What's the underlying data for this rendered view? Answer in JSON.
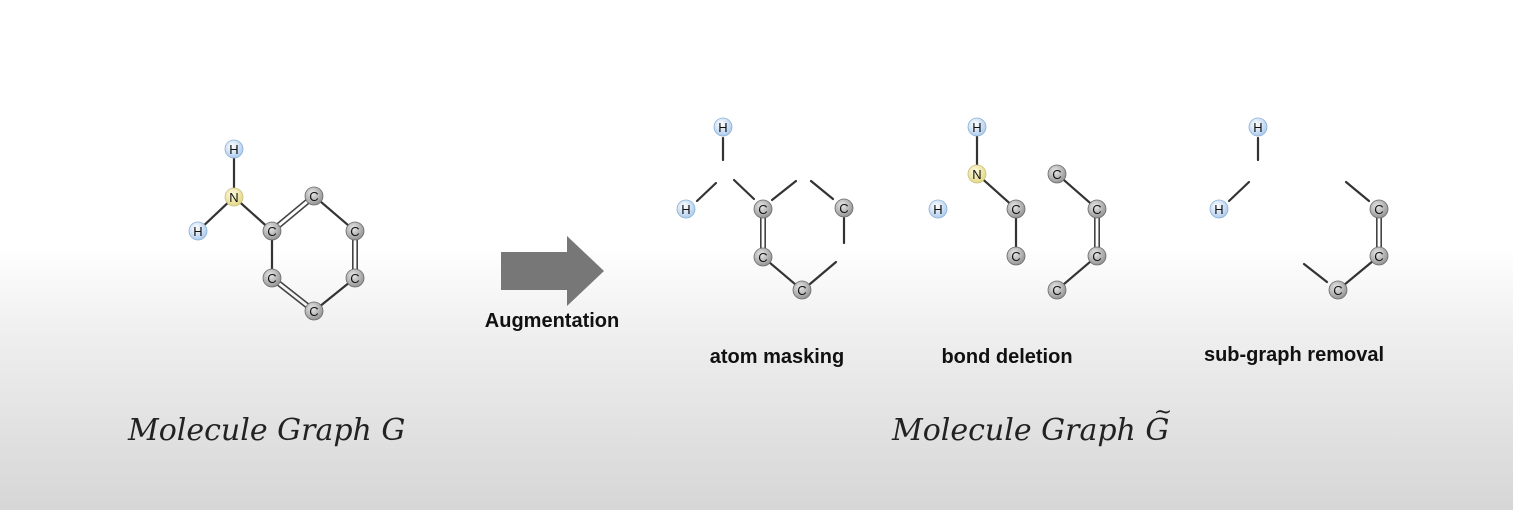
{
  "original": {
    "title": "Molecule Graph G"
  },
  "arrow": {
    "label": "Augmentation",
    "color": "#777777"
  },
  "augmented": {
    "title": "Molecule Graph G",
    "title_accent": "~",
    "variants": [
      {
        "label": "atom masking"
      },
      {
        "label": "bond deletion"
      },
      {
        "label": "sub-graph removal"
      }
    ]
  },
  "atom_symbols": {
    "carbon": "C",
    "hydrogen": "H",
    "nitrogen": "N"
  },
  "colors": {
    "carbon": "#b0b0b0",
    "hydrogen": "#cfe2f7",
    "nitrogen": "#f4efb0"
  }
}
